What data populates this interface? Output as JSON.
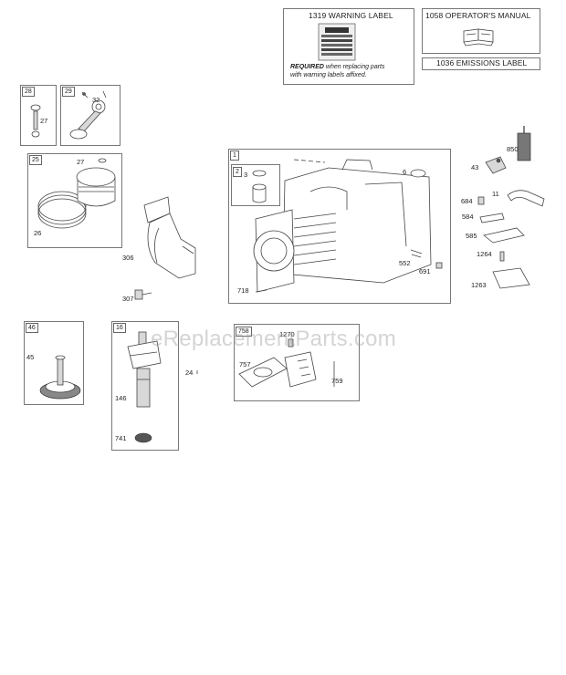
{
  "watermark": "eReplacementParts.com",
  "top_boxes": {
    "warning_label": "1319 WARNING LABEL",
    "required_bold": "REQUIRED",
    "required_rest": " when replacing parts",
    "required_line2": "with warning labels affixed.",
    "operators_manual": "1058 OPERATOR'S MANUAL",
    "emissions_label": "1036 EMISSIONS LABEL"
  },
  "groups": {
    "g28": "28",
    "g29": "29",
    "g25": "25",
    "g1": "1",
    "g2": "2",
    "g46": "46",
    "g16": "16",
    "g758": "758"
  },
  "parts": {
    "p27a": "27",
    "p32": "32",
    "p27b": "27",
    "p26": "26",
    "p306": "306",
    "p307": "307",
    "p3": "3",
    "p6": "6",
    "p552": "552",
    "p691": "691",
    "p718": "718",
    "p850": "850",
    "p43": "43",
    "p684": "684",
    "p11": "11",
    "p584": "584",
    "p585": "585",
    "p1264": "1264",
    "p1263": "1263",
    "p45": "45",
    "p24": "24",
    "p146": "146",
    "p741": "741",
    "p1270": "1270",
    "p757": "757",
    "p759": "759"
  }
}
